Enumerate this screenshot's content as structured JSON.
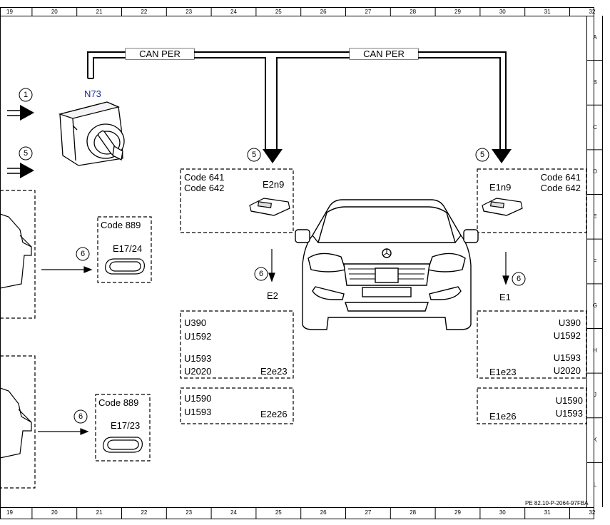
{
  "grid": {
    "columns": [
      "19",
      "20",
      "21",
      "22",
      "23",
      "24",
      "25",
      "26",
      "27",
      "28",
      "29",
      "30",
      "31",
      "32"
    ],
    "rows": [
      "A",
      "B",
      "C",
      "D",
      "E",
      "F",
      "G",
      "H",
      "J",
      "K",
      "L"
    ]
  },
  "bus": {
    "left_label": "CAN PER",
    "right_label": "CAN PER"
  },
  "n73": {
    "label": "N73",
    "color": "#1a2a9a"
  },
  "callouts": {
    "c1": "1",
    "c5_left": "5",
    "c5_mid": "5",
    "c5_right": "5",
    "c6_upper_left": "6",
    "c6_lower_left": "6",
    "c6_mid": "6",
    "c6_right": "6"
  },
  "box_e2n9": {
    "code_641": "Code 641",
    "code_642": "Code 642",
    "module": "E2n9"
  },
  "box_e1n9": {
    "code_641": "Code 641",
    "code_642": "Code 642",
    "module": "E1n9"
  },
  "box_e17_24": {
    "code": "Code 889",
    "module": "E17/24"
  },
  "box_e17_23": {
    "code": "Code 889",
    "module": "E17/23"
  },
  "label_e2": "E2",
  "label_e1": "E1",
  "box_e2e23": {
    "u1": "U390",
    "u2": "U1592",
    "u3": "U1593",
    "u4": "U2020",
    "module": "E2e23"
  },
  "box_e2e26": {
    "u1": "U1590",
    "u2": "U1593",
    "module": "E2e26"
  },
  "box_e1e23": {
    "u1": "U390",
    "u2": "U1592",
    "u3": "U1593",
    "u4": "U2020",
    "module": "E1e23"
  },
  "box_e1e26": {
    "u1": "U1590",
    "u2": "U1593",
    "module": "E1e26"
  },
  "footer_ref": "PE 82.10-P-2064-97FBA"
}
